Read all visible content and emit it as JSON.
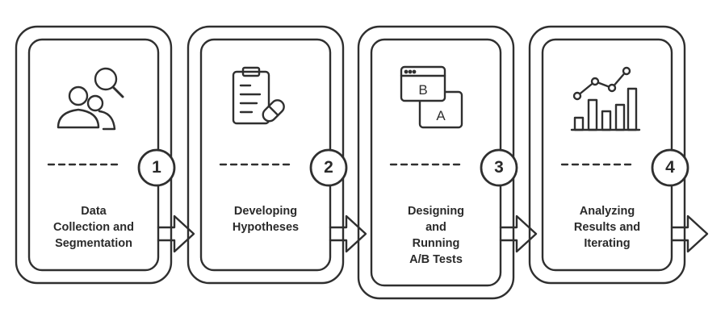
{
  "steps": [
    {
      "number": "1",
      "label": "Data\nCollection and\nSegmentation",
      "icon": "users-search-icon"
    },
    {
      "number": "2",
      "label": "Developing\nHypotheses",
      "icon": "clipboard-pill-icon"
    },
    {
      "number": "3",
      "label": "Designing\nand\nRunning\nA/B Tests",
      "icon": "ab-test-windows-icon",
      "icon_text": [
        "B",
        "A"
      ]
    },
    {
      "number": "4",
      "label": "Analyzing\nResults and\nIterating",
      "icon": "bar-line-chart-icon"
    }
  ],
  "colors": {
    "stroke": "#2f2f2f",
    "text": "#2a2a2a",
    "background": "#ffffff"
  }
}
